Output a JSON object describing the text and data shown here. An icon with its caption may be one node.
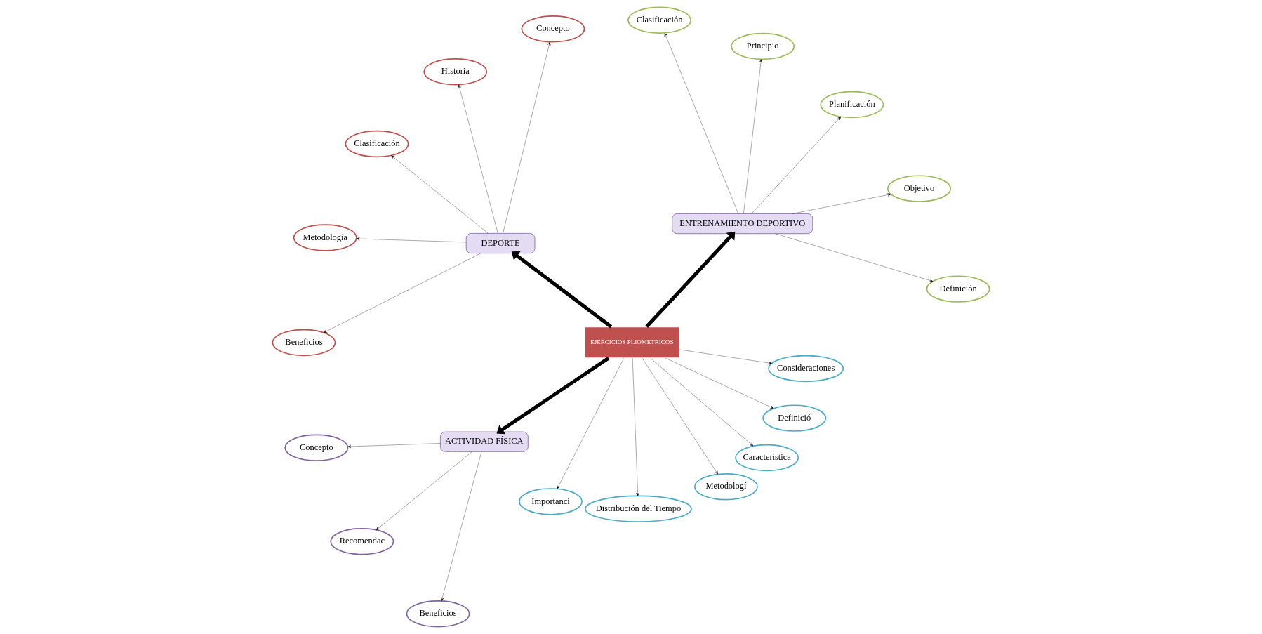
{
  "diagram": {
    "nodes": [
      {
        "text": [
          "EJERCICIOS PLIOMETRICOS"
        ]
      },
      {
        "text": [
          "ENTRENAMIENTO DEPORTIVO"
        ]
      },
      {
        "text": [
          "DEPORTE"
        ]
      },
      {
        "text": [
          "ACTIVIDAD FÍSICA"
        ]
      },
      {
        "text": [
          "Definición"
        ]
      },
      {
        "text": [
          "Objetivo"
        ]
      },
      {
        "text": [
          "Planificación"
        ]
      },
      {
        "text": [
          "Principio"
        ]
      },
      {
        "text": [
          "Clasificación"
        ]
      },
      {
        "text": [
          "Importanci"
        ]
      },
      {
        "text": [
          "Distribución del Tiempo"
        ]
      },
      {
        "text": [
          "Metodologí"
        ]
      },
      {
        "text": [
          "Característica"
        ]
      },
      {
        "text": [
          "Definició"
        ]
      },
      {
        "text": [
          "Consideraciones"
        ]
      },
      {
        "text": [
          "Concepto"
        ]
      },
      {
        "text": [
          "Historia"
        ]
      },
      {
        "text": [
          "Clasificación"
        ]
      },
      {
        "text": [
          "Metodología"
        ]
      },
      {
        "text": [
          "Beneficios"
        ]
      },
      {
        "text": [
          "Concepto"
        ]
      },
      {
        "text": [
          "Recomendac"
        ]
      },
      {
        "text": [
          "Beneficios"
        ]
      }
    ],
    "edges": [
      {
        "from": 0,
        "to": 1,
        "arrow": "to",
        "style": "thick"
      },
      {
        "from": 0,
        "to": 2,
        "arrow": "to",
        "style": "thick"
      },
      {
        "from": 0,
        "to": 3,
        "arrow": "to",
        "style": "thick"
      },
      {
        "from": 1,
        "to": 4,
        "arrow": "to"
      },
      {
        "from": 1,
        "to": 5,
        "arrow": "to"
      },
      {
        "from": 1,
        "to": 6,
        "arrow": "to"
      },
      {
        "from": 1,
        "to": 7,
        "arrow": "to"
      },
      {
        "from": 1,
        "to": 8,
        "arrow": "to"
      },
      {
        "from": 0,
        "to": 9,
        "arrow": "to"
      },
      {
        "from": 0,
        "to": 10,
        "arrow": "to"
      },
      {
        "from": 0,
        "to": 11,
        "arrow": "to"
      },
      {
        "from": 0,
        "to": 12,
        "arrow": "to"
      },
      {
        "from": 0,
        "to": 13,
        "arrow": "to"
      },
      {
        "from": 0,
        "to": 14,
        "arrow": "to"
      },
      {
        "from": 2,
        "to": 15,
        "arrow": "to"
      },
      {
        "from": 2,
        "to": 16,
        "arrow": "to"
      },
      {
        "from": 2,
        "to": 17,
        "arrow": "to"
      },
      {
        "from": 2,
        "to": 18,
        "arrow": "to"
      },
      {
        "from": 2,
        "to": 19,
        "arrow": "to"
      },
      {
        "from": 3,
        "to": 20,
        "arrow": "to"
      },
      {
        "from": 3,
        "to": 21,
        "arrow": "to"
      },
      {
        "from": 3,
        "to": 22,
        "arrow": "to"
      }
    ]
  }
}
